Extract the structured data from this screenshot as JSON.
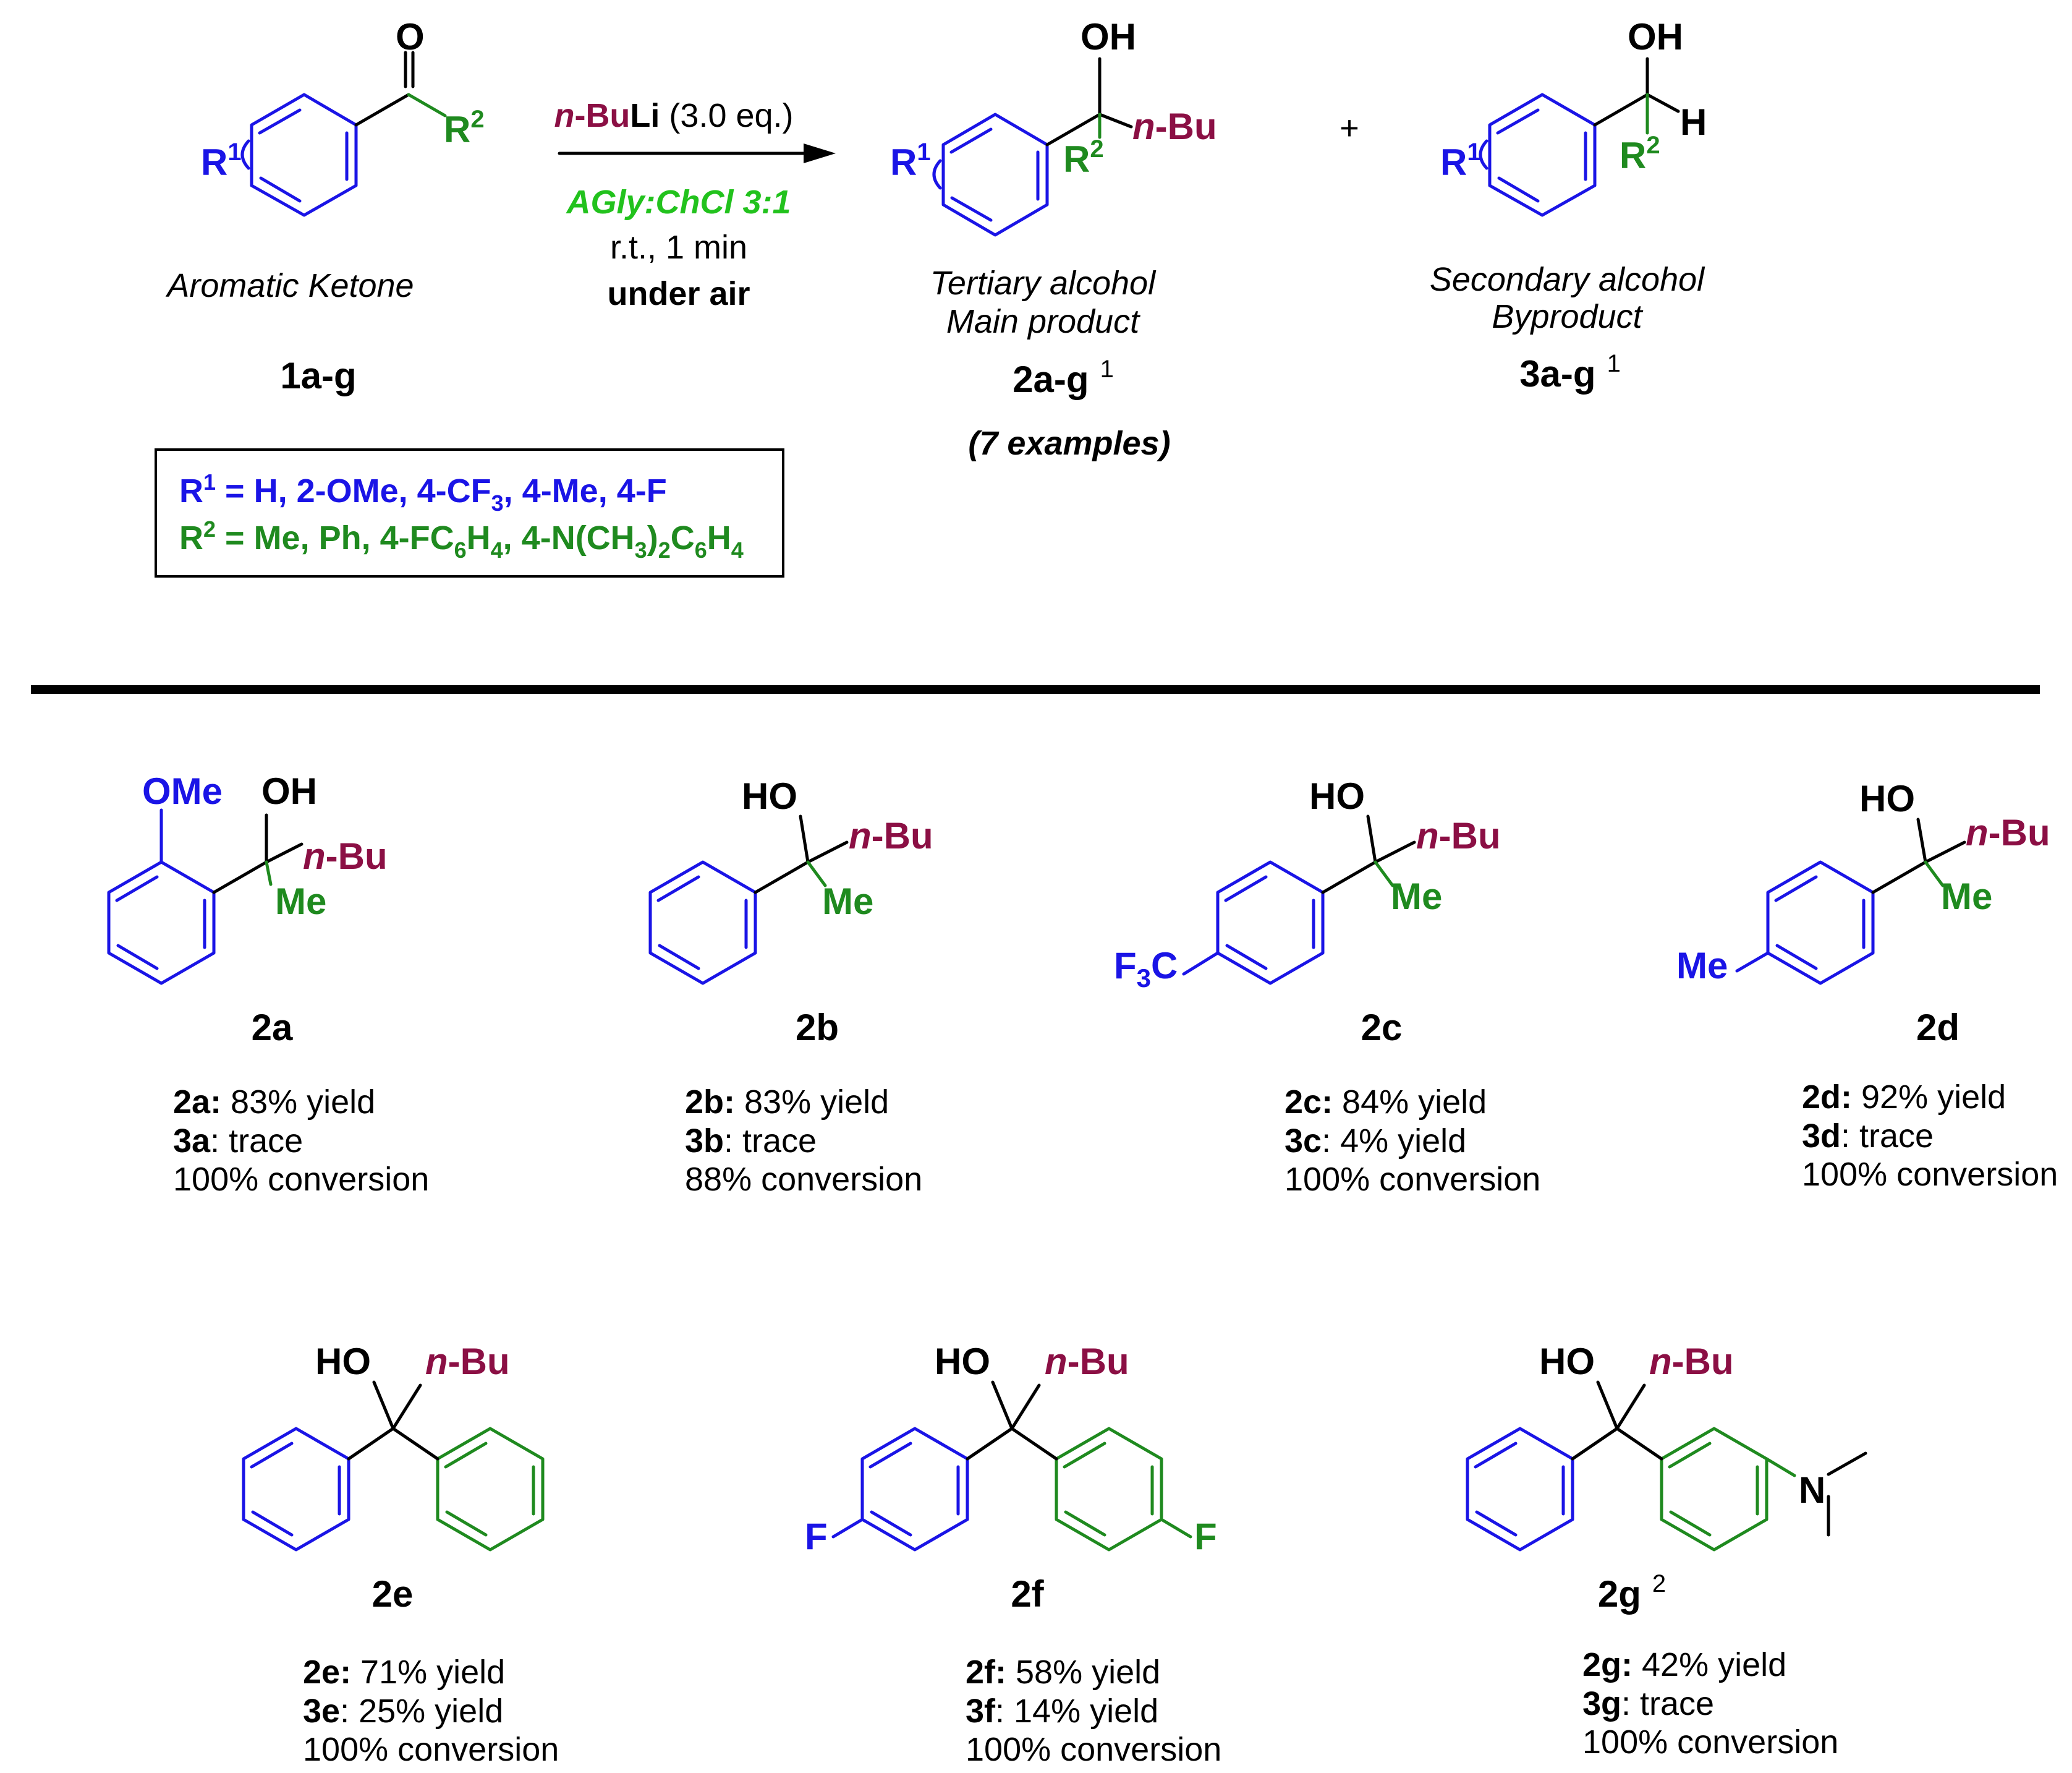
{
  "colors": {
    "r1": "#1a14e6",
    "r2": "#1f8a1f",
    "nbu": "#8b0f44",
    "solvent": "#22c21d",
    "text": "#000000"
  },
  "scheme": {
    "reactant": {
      "oxygen": "O",
      "r1": "R",
      "r1_sup": "1",
      "r2": "R",
      "r2_sup": "2",
      "name": "Aromatic Ketone",
      "label": "1a-g"
    },
    "conditions": {
      "reagent_prefix": "n",
      "reagent_dash": "-",
      "reagent_bu": "Bu",
      "reagent_li": "Li",
      "reagent_eq": " (3.0 eq.)",
      "solvent": "AGly:ChCl 3:1",
      "temp_time": "r.t., 1 min",
      "atmosphere": "under air"
    },
    "product": {
      "oh": "OH",
      "nbu_n": "n",
      "nbu_rest": "-Bu",
      "r1": "R",
      "r1_sup": "1",
      "r2": "R",
      "r2_sup": "2",
      "name_1": "Tertiary alcohol",
      "name_2": "Main product",
      "label": "2a-g",
      "footnote": "1",
      "examples": "(7 examples)"
    },
    "plus": "+",
    "byproduct": {
      "oh": "OH",
      "h": "H",
      "r1": "R",
      "r1_sup": "1",
      "r2": "R",
      "r2_sup": "2",
      "name_1": "Secondary alcohol",
      "name_2": "Byproduct",
      "label": "3a-g",
      "footnote": "1"
    },
    "substituents": {
      "r1_line": {
        "prefix": "R",
        "sup": "1",
        "text": " = H, 2-OMe, 4-CF",
        "sub": "3",
        "rest": ", 4-Me, 4-F"
      },
      "r2_line": {
        "prefix": "R",
        "sup": "2",
        "t1": " = Me, Ph, 4-FC",
        "s1": "6",
        "t2": "H",
        "s2": "4",
        "t3": ", 4-N(CH",
        "s3": "3",
        "t4": ")",
        "s4": "2",
        "t5": "C",
        "s5": "6",
        "t6": "H",
        "s6": "4"
      }
    }
  },
  "compounds": [
    {
      "id": "2a",
      "substituent": "OMe",
      "oh": "OH",
      "r2": "Me",
      "nbu_n": "n",
      "nbu_rest": "-Bu",
      "line1_id": "2a:",
      "line1": " 83% yield",
      "line2_id": "3a",
      "line2": ": trace",
      "line3": "100% conversion"
    },
    {
      "id": "2b",
      "oh": "HO",
      "r2": "Me",
      "nbu_n": "n",
      "nbu_rest": "-Bu",
      "line1_id": "2b:",
      "line1": " 83% yield",
      "line2_id": "3b",
      "line2": ": trace",
      "line3": "88% conversion"
    },
    {
      "id": "2c",
      "substituent": "F",
      "substituent_sub": "3",
      "substituent_rest": "C",
      "oh": "HO",
      "r2": "Me",
      "nbu_n": "n",
      "nbu_rest": "-Bu",
      "line1_id": "2c:",
      "line1": " 84% yield",
      "line2_id": "3c",
      "line2": ": 4% yield",
      "line3": "100% conversion"
    },
    {
      "id": "2d",
      "substituent": "Me",
      "oh": "HO",
      "r2": "Me",
      "nbu_n": "n",
      "nbu_rest": "-Bu",
      "line1_id": "2d:",
      "line1": " 92% yield",
      "line2_id": "3d",
      "line2": ": trace",
      "line3": "100% conversion"
    },
    {
      "id": "2e",
      "oh": "HO",
      "nbu_n": "n",
      "nbu_rest": "-Bu",
      "line1_id": "2e:",
      "line1": " 71% yield",
      "line2_id": "3e",
      "line2": ": 25% yield",
      "line3": "100% conversion"
    },
    {
      "id": "2f",
      "substituent_left": "F",
      "substituent_right": "F",
      "oh": "HO",
      "nbu_n": "n",
      "nbu_rest": "-Bu",
      "line1_id": "2f:",
      "line1": " 58% yield",
      "line2_id": "3f",
      "line2": ": 14% yield",
      "line3": "100% conversion"
    },
    {
      "id": "2g",
      "footnote": "2",
      "substituent_right": "N",
      "oh": "HO",
      "nbu_n": "n",
      "nbu_rest": "-Bu",
      "line1_id": "2g:",
      "line1": " 42% yield",
      "line2_id": "3g",
      "line2": ": trace",
      "line3": "100% conversion"
    }
  ]
}
